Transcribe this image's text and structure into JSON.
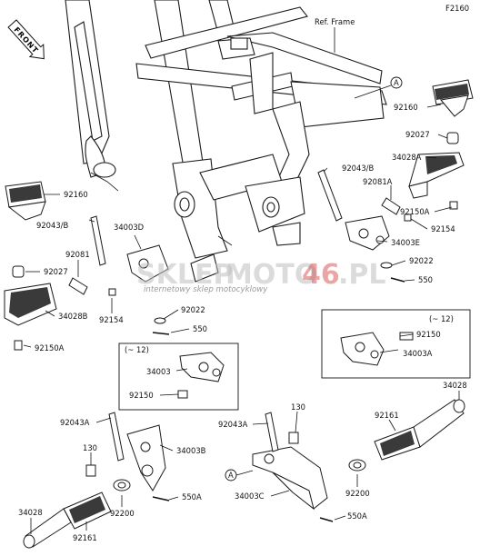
{
  "figure_code": "F2160",
  "ref_frame": "Ref. Frame",
  "front_label": "FRONT",
  "watermark": {
    "main_a": "SKLEP",
    "main_b": "MOTO",
    "main_c": "46",
    "main_d": ".PL",
    "sub": "internetowy sklep motocyklowy"
  },
  "callouts": {
    "a_upper": "A",
    "a_lower": "A"
  },
  "inset_labels": {
    "left": "(~ 12)",
    "right": "(~ 12)"
  },
  "parts": [
    {
      "id": "p1",
      "number": "92160"
    },
    {
      "id": "p2",
      "number": "92027"
    },
    {
      "id": "p3",
      "number": "34028A"
    },
    {
      "id": "p4",
      "number": "92043/B"
    },
    {
      "id": "p5",
      "number": "92081A"
    },
    {
      "id": "p6",
      "number": "92150A"
    },
    {
      "id": "p7",
      "number": "92154"
    },
    {
      "id": "p8",
      "number": "34003E"
    },
    {
      "id": "p9",
      "number": "92022"
    },
    {
      "id": "p10",
      "number": "550"
    },
    {
      "id": "p11",
      "number": "92150"
    },
    {
      "id": "p12",
      "number": "34003A"
    },
    {
      "id": "p13",
      "number": "34028"
    },
    {
      "id": "p14",
      "number": "130"
    },
    {
      "id": "p15",
      "number": "92043A"
    },
    {
      "id": "p16",
      "number": "92161"
    },
    {
      "id": "p17",
      "number": "34003C"
    },
    {
      "id": "p18",
      "number": "92200"
    },
    {
      "id": "p19",
      "number": "550A"
    },
    {
      "id": "p20",
      "number": "92160"
    },
    {
      "id": "p21",
      "number": "92043/B"
    },
    {
      "id": "p22",
      "number": "34003D"
    },
    {
      "id": "p23",
      "number": "92081"
    },
    {
      "id": "p24",
      "number": "92027"
    },
    {
      "id": "p25",
      "number": "34028B"
    },
    {
      "id": "p26",
      "number": "92154"
    },
    {
      "id": "p27",
      "number": "92022"
    },
    {
      "id": "p28",
      "number": "550"
    },
    {
      "id": "p29",
      "number": "92150A"
    },
    {
      "id": "p30",
      "number": "34003"
    },
    {
      "id": "p31",
      "number": "92150"
    },
    {
      "id": "p32",
      "number": "92043A"
    },
    {
      "id": "p33",
      "number": "130"
    },
    {
      "id": "p34",
      "number": "34003B"
    },
    {
      "id": "p35",
      "number": "550A"
    },
    {
      "id": "p36",
      "number": "92200"
    },
    {
      "id": "p37",
      "number": "34028"
    },
    {
      "id": "p38",
      "number": "92161"
    }
  ]
}
